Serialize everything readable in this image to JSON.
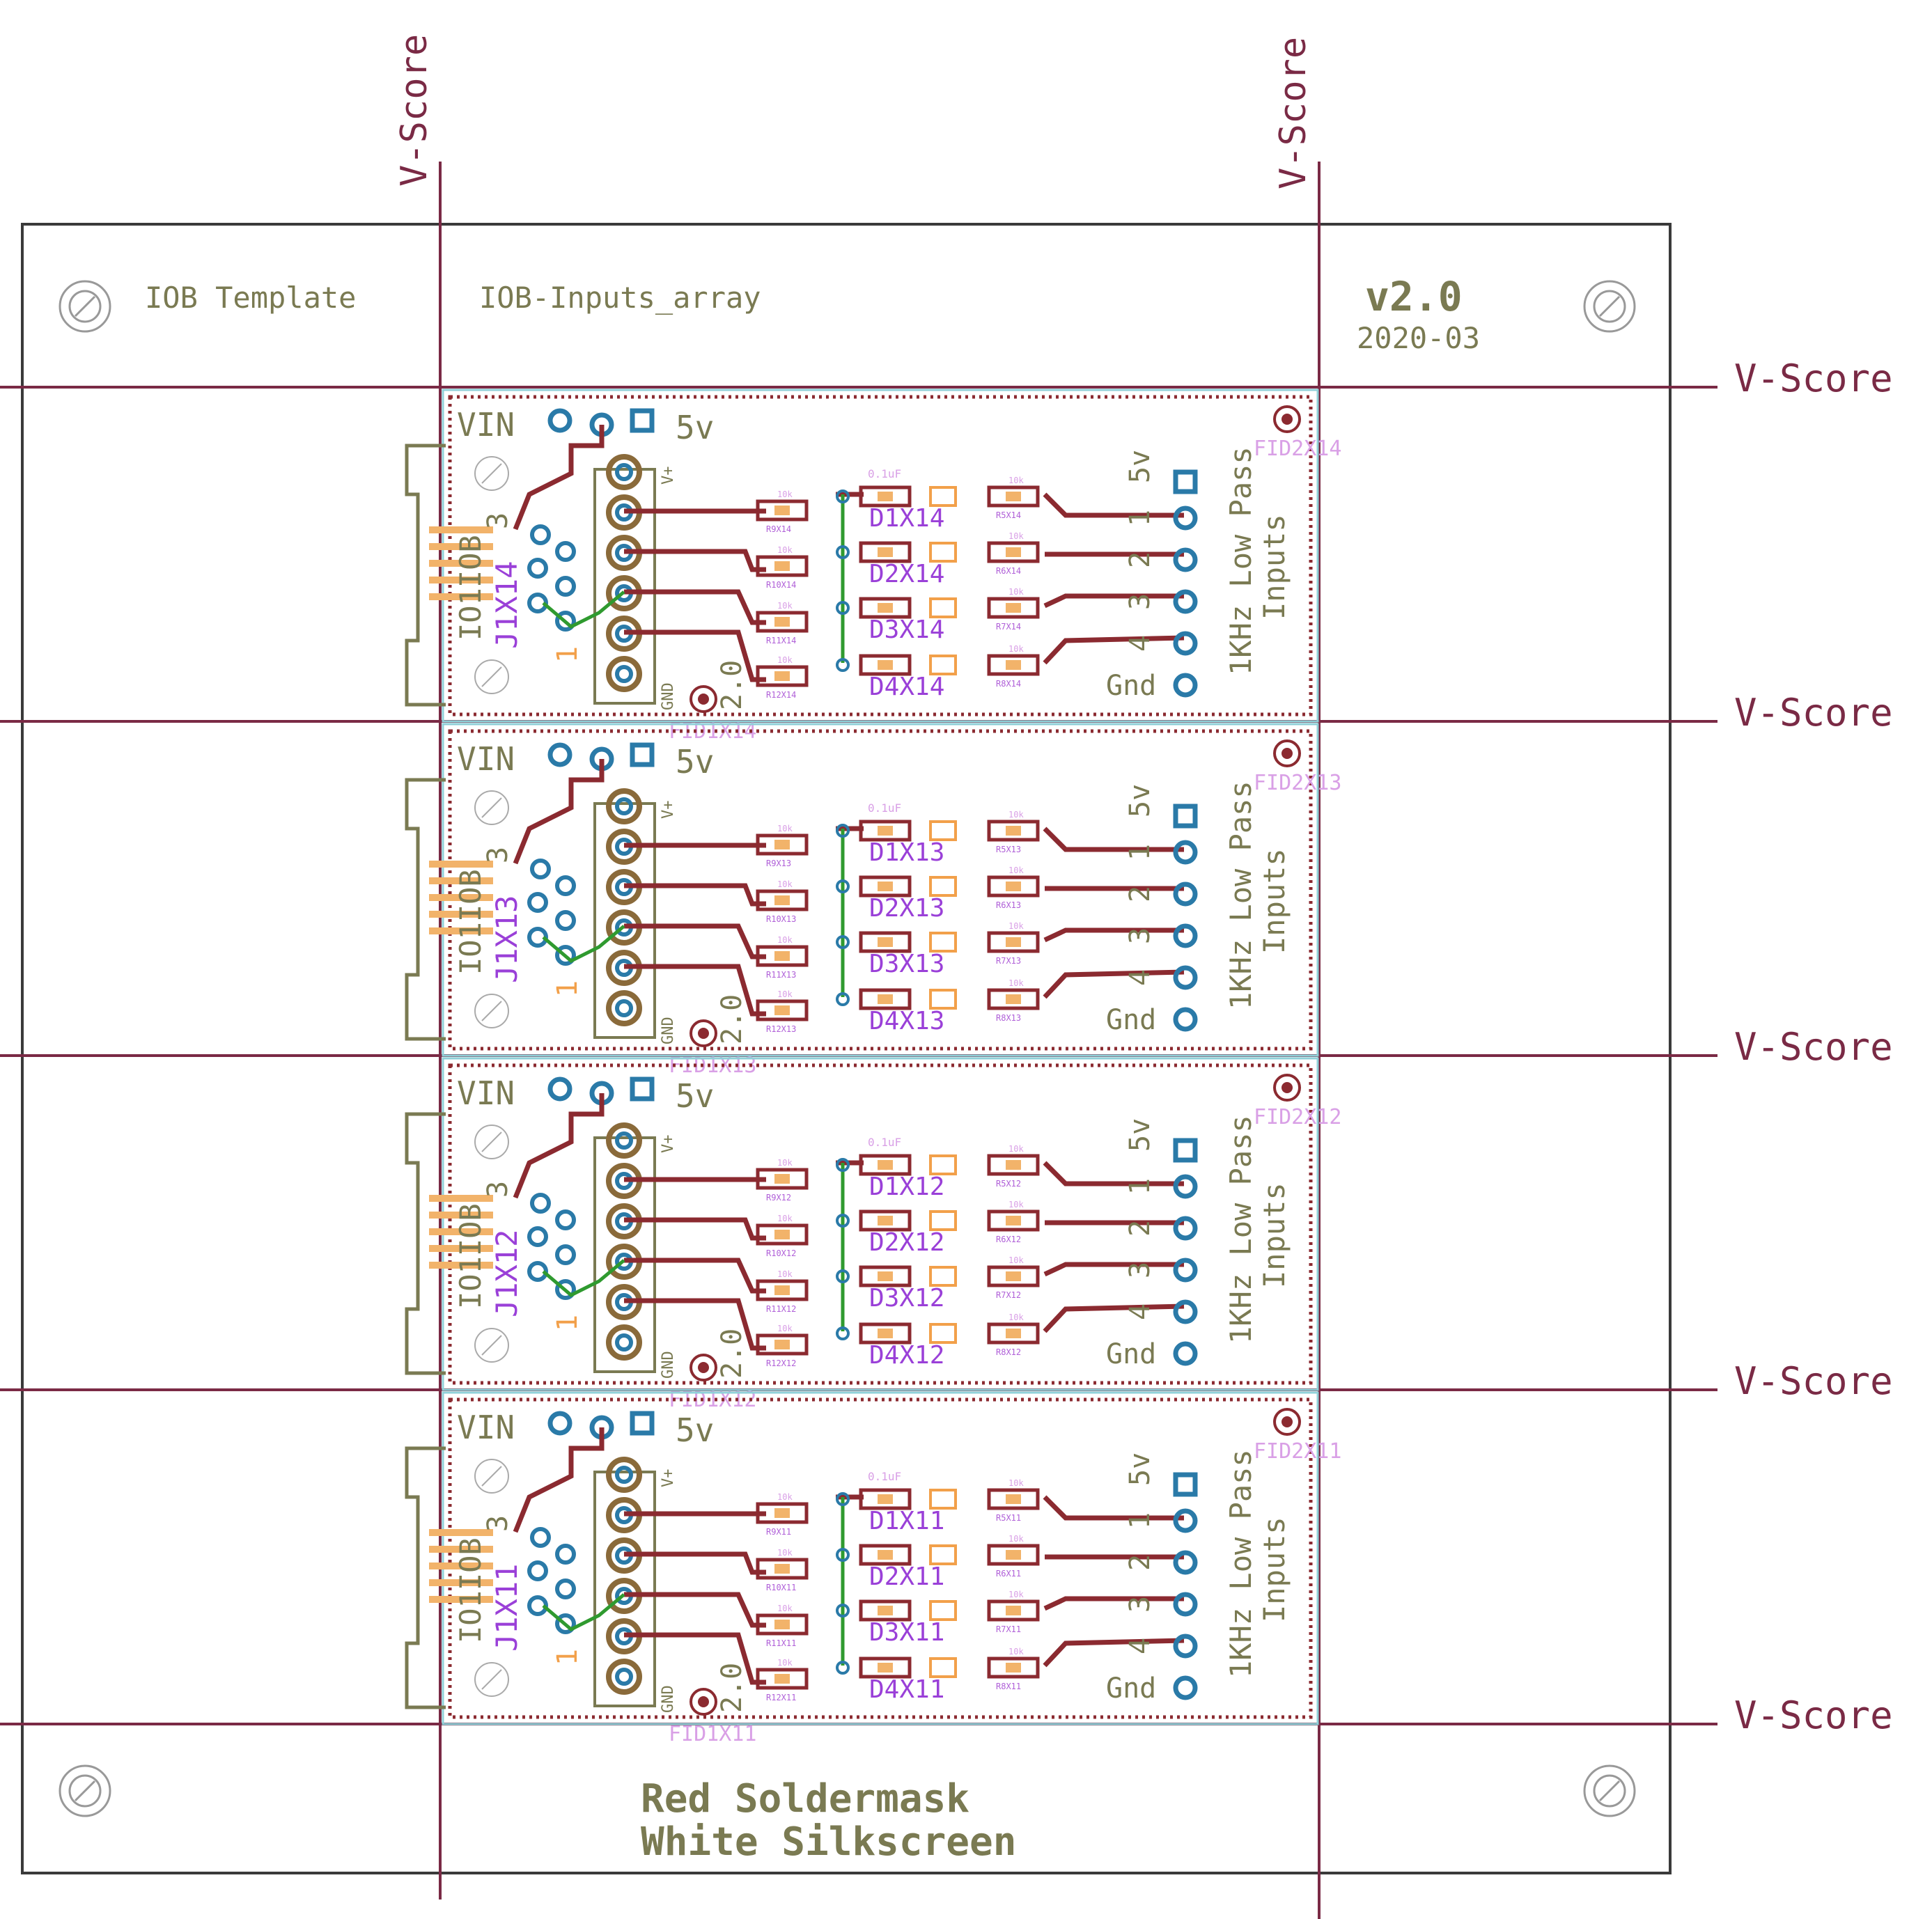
{
  "vscore_label": "V-Score",
  "header": {
    "template": "IOB Template",
    "project": "IOB-Inputs_array",
    "version": "v2.0",
    "date": "2020-03"
  },
  "footer": {
    "line1": "Red Soldermask",
    "line2": "White Silkscreen"
  },
  "colors": {
    "trace_top": "#8b2a30",
    "trace_bottom": "#2f9a2f",
    "silk": "#7a7a52",
    "vscore": "#7a2a45",
    "pad": "#2a7aa8",
    "names": "#9a40d8"
  },
  "panels": [
    {
      "suffix": "X14",
      "fid1": "FID1X14",
      "fid2": "FID2X14",
      "d": [
        "D1X14",
        "D2X14",
        "D3X14",
        "D4X14"
      ],
      "r_left": [
        "R9X14",
        "R10X14",
        "R11X14",
        "R12X14"
      ],
      "r_right": [
        "R5X14",
        "R6X14",
        "R7X14",
        "R8X14"
      ],
      "j": "J1X14",
      "conn": "IO1IOB"
    },
    {
      "suffix": "X13",
      "fid1": "FID1X13",
      "fid2": "FID2X13",
      "d": [
        "D1X13",
        "D2X13",
        "D3X13",
        "D4X13"
      ],
      "r_left": [
        "R9X13",
        "R10X13",
        "R11X13",
        "R12X13"
      ],
      "r_right": [
        "R5X13",
        "R6X13",
        "R7X13",
        "R8X13"
      ],
      "j": "J1X13",
      "conn": "IO1IOB"
    },
    {
      "suffix": "X12",
      "fid1": "FID1X12",
      "fid2": "FID2X12",
      "d": [
        "D1X12",
        "D2X12",
        "D3X12",
        "D4X12"
      ],
      "r_left": [
        "R9X12",
        "R10X12",
        "R11X12",
        "R12X12"
      ],
      "r_right": [
        "R5X12",
        "R6X12",
        "R7X12",
        "R8X12"
      ],
      "j": "J1X12",
      "conn": "IO1IOB"
    },
    {
      "suffix": "X11",
      "fid1": "FID1X11",
      "fid2": "FID2X11",
      "d": [
        "D1X11",
        "D2X11",
        "D3X11",
        "D4X11"
      ],
      "r_left": [
        "R9X11",
        "R10X11",
        "R11X11",
        "R12X11"
      ],
      "r_right": [
        "R5X11",
        "R6X11",
        "R7X11",
        "R8X11"
      ],
      "j": "J1X11",
      "conn": "IO1IOB"
    }
  ],
  "panel_text": {
    "vin": "VIN",
    "five_v_top": "5v",
    "five_v_side": "5v",
    "inputs": [
      "1",
      "2",
      "3",
      "4"
    ],
    "gnd": "Gnd",
    "title_line1": "1KHz Low Pass",
    "title_line2": "Inputs",
    "rev": "2.0",
    "v_plus": "V+",
    "gnd_small": "GND",
    "j_num": "3",
    "j_one": "1",
    "pin_nums": [
      "1",
      "2",
      "3"
    ],
    "cap_value": "0.1uF",
    "res_value": "10k"
  }
}
